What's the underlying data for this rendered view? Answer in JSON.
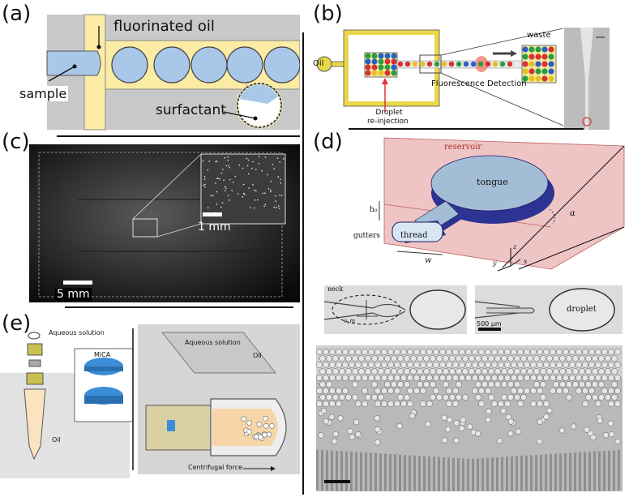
{
  "panels": {
    "a": {
      "label": "(a)",
      "oil": "fluorinated oil",
      "sample": "sample",
      "surfactant": "surfactant"
    },
    "b": {
      "label": "(b)",
      "oil": "Oil",
      "waste": "waste",
      "fluorescence": "Fluorescence Detection",
      "reinjection_1": "Droplet",
      "reinjection_2": "re-injection"
    },
    "c": {
      "label": "(c)",
      "scale_small": "1 mm",
      "scale_large": "5 mm"
    },
    "d": {
      "label": "(d)",
      "reservoir": "reservoir",
      "tongue": "tongue",
      "thread": "thread",
      "gutters": "gutters",
      "h0": "h₀",
      "w": "w",
      "alpha": "α",
      "axis_z": "z",
      "axis_x": "x",
      "axis_y": "y",
      "neck": "neck",
      "vm": "v_m",
      "droplet": "droplet",
      "scale": "500 μm"
    },
    "e": {
      "label": "(e)",
      "aqueous_left": "Aqueous solution",
      "mica": "MiCA",
      "oil_left": "Oil",
      "aqueous_right": "Aqueous solution",
      "oil_right": "Oil",
      "force": "Centrifugal force"
    }
  },
  "colors": {
    "channel_gray": "#c8c8c8",
    "oil_yellow": "#fbeba4",
    "droplet_blue": "#a9c7e8",
    "reservoir_pink": "#e9a3a3",
    "tongue_blue": "#a4bdd6",
    "tongue_dark": "#2c3393"
  }
}
